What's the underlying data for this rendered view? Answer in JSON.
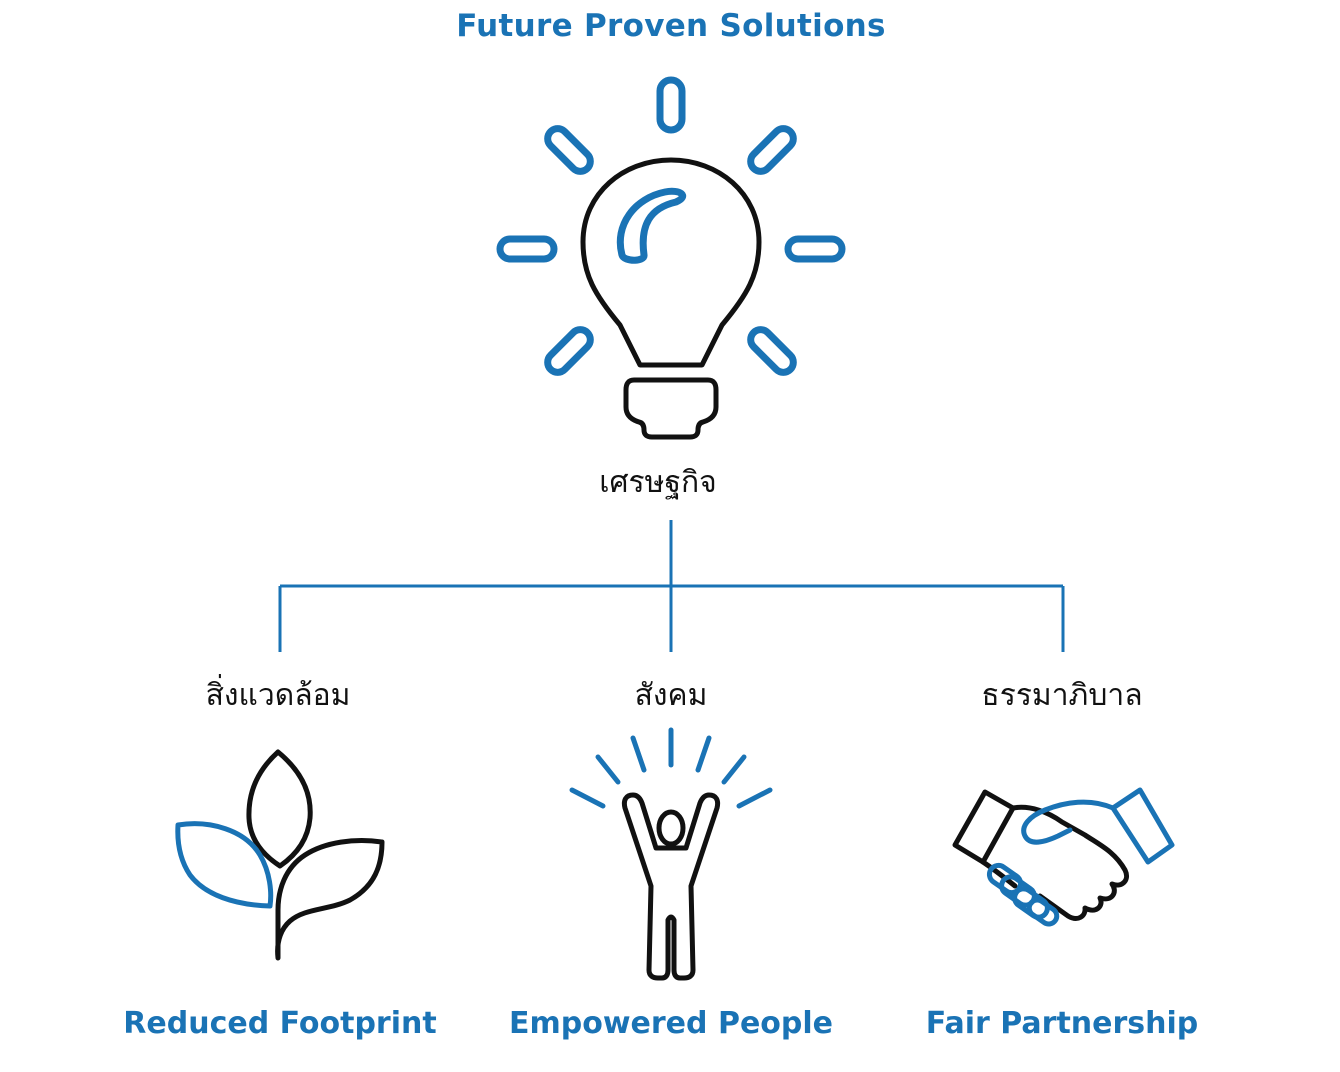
{
  "title": "Future Proven Solutions",
  "center": {
    "label": "เศรษฐกิจ",
    "icon": "lightbulb-icon"
  },
  "branches": [
    {
      "label": "สิ่งแวดล้อม",
      "title": "Reduced Footprint",
      "icon": "plant-icon"
    },
    {
      "label": "สังคม",
      "title": "Empowered People",
      "icon": "cheering-person-icon"
    },
    {
      "label": "ธรรมาภิบาล",
      "title": "Fair Partnership",
      "icon": "handshake-icon"
    }
  ],
  "colors": {
    "accent": "#1a73b5",
    "line": "#111111"
  }
}
